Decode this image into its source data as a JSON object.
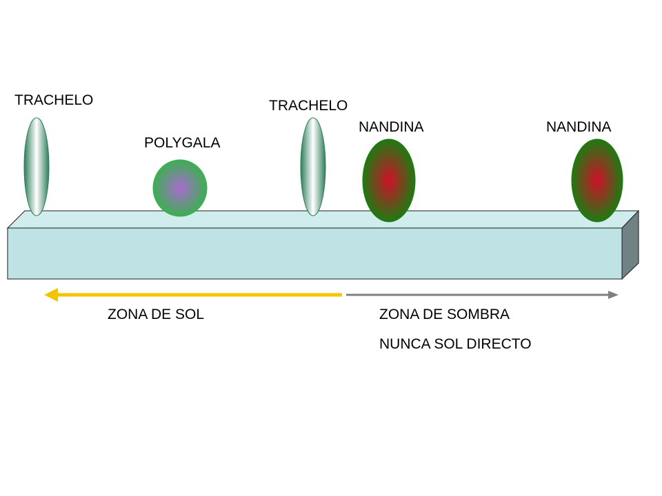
{
  "plants": [
    {
      "label": "TRACHELO",
      "kind": "trachelo"
    },
    {
      "label": "POLYGALA",
      "kind": "polygala"
    },
    {
      "label": "TRACHELO",
      "kind": "trachelo"
    },
    {
      "label": "NANDINA",
      "kind": "nandina"
    },
    {
      "label": "NANDINA",
      "kind": "nandina"
    }
  ],
  "zones": {
    "sun": {
      "label": "ZONA DE SOL",
      "color": "#f5c400"
    },
    "shade": {
      "label": "ZONA DE SOMBRA",
      "sublabel": "NUNCA SOL DIRECTO",
      "color": "#808080"
    }
  },
  "planter": {
    "face_color": "#bfe2e4",
    "top_color": "#d0eced",
    "side_color": "#708284",
    "stroke_color": "#1a1a1a"
  },
  "plant_colors": {
    "trachelo": {
      "edge": "#2e7d5a",
      "center": "#ffffff"
    },
    "polygala": {
      "edge": "#3dae52",
      "center": "#a86bd0"
    },
    "nandina": {
      "edge": "#1f7a12",
      "center": "#d0102a"
    }
  }
}
